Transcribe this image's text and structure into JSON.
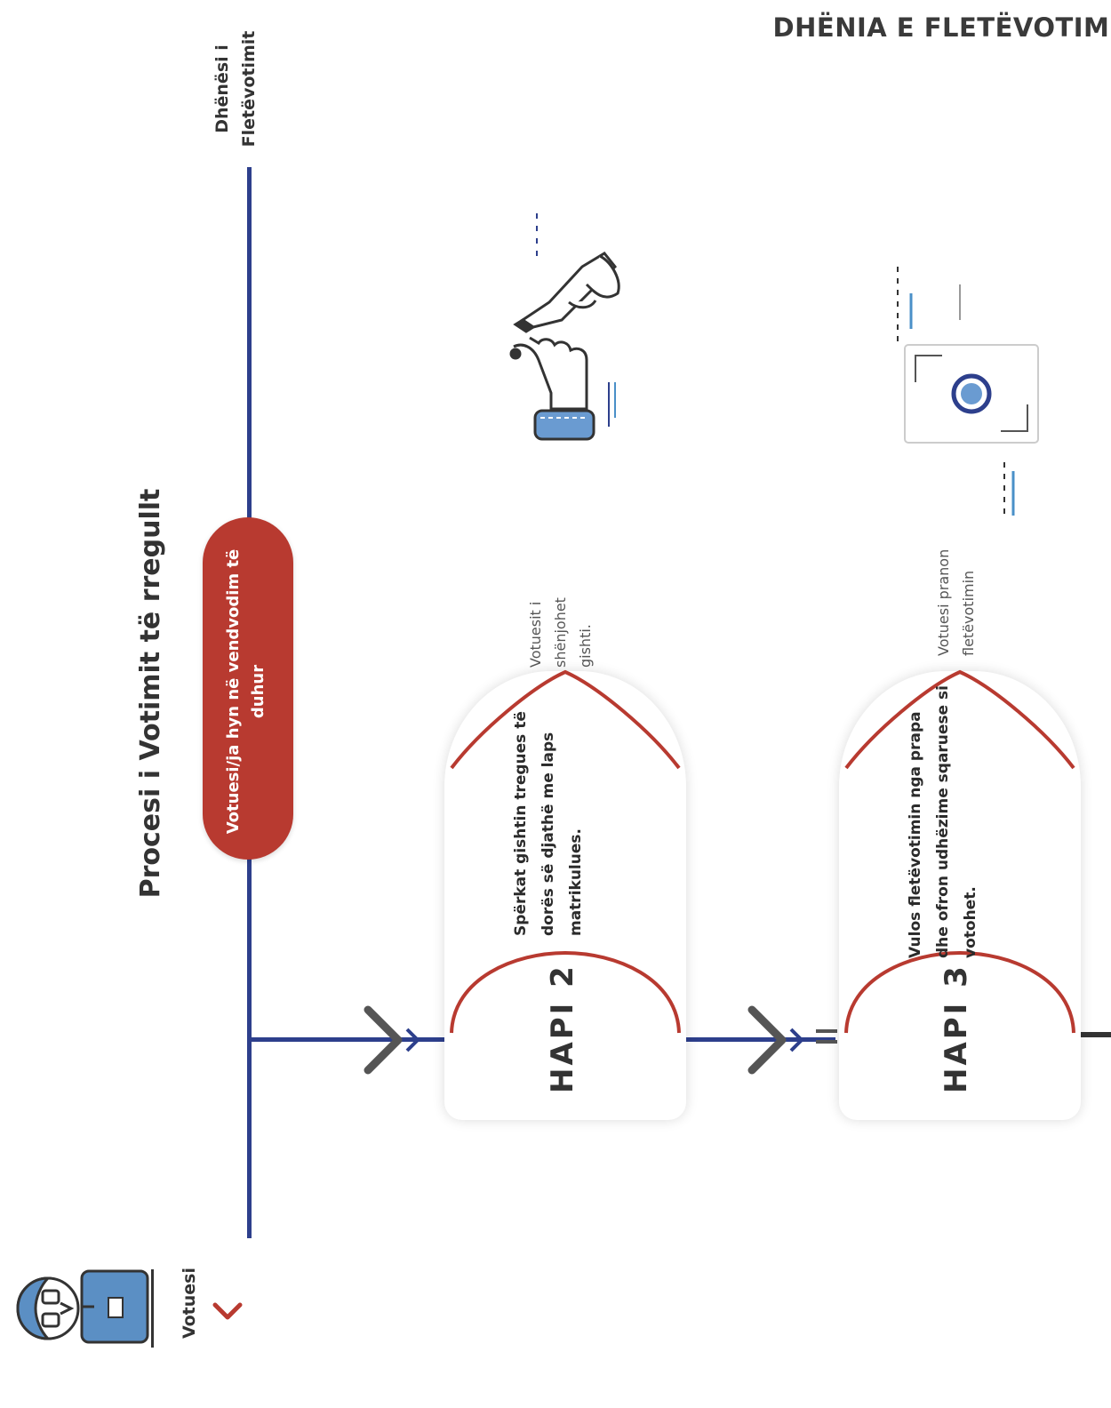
{
  "header": {
    "title": "DHËNIA E FLETËVOTIMIT"
  },
  "diagram": {
    "title": "Procesi i Votimit të rregullt",
    "lanes": {
      "top": "Dhënësi i Fletëvotimit",
      "bottom": "Votuesi"
    },
    "start": "Votuesi/ja hyn në vendvodim të duhur",
    "steps": [
      {
        "label": "HAPI 2",
        "text": "Spërkat gishtin tregues të dorës së djathë me laps matrikulues.",
        "caption": "Votuesit i shënjohet gishti."
      },
      {
        "label": "HAPI 3",
        "text": "Vulos fletëvotimin nga prapa dhe ofron udhëzime sqaruese si votohet.",
        "caption": "Votuesi pranon fletëvotimin"
      }
    ]
  },
  "icons": {
    "voter": "voter-avatar-icon",
    "hand": "finger-mark-icon",
    "ballot": "stamped-ballot-icon"
  },
  "colors": {
    "lane": "#2d3f8c",
    "accent": "#b83a30",
    "arrow": "#555555"
  }
}
